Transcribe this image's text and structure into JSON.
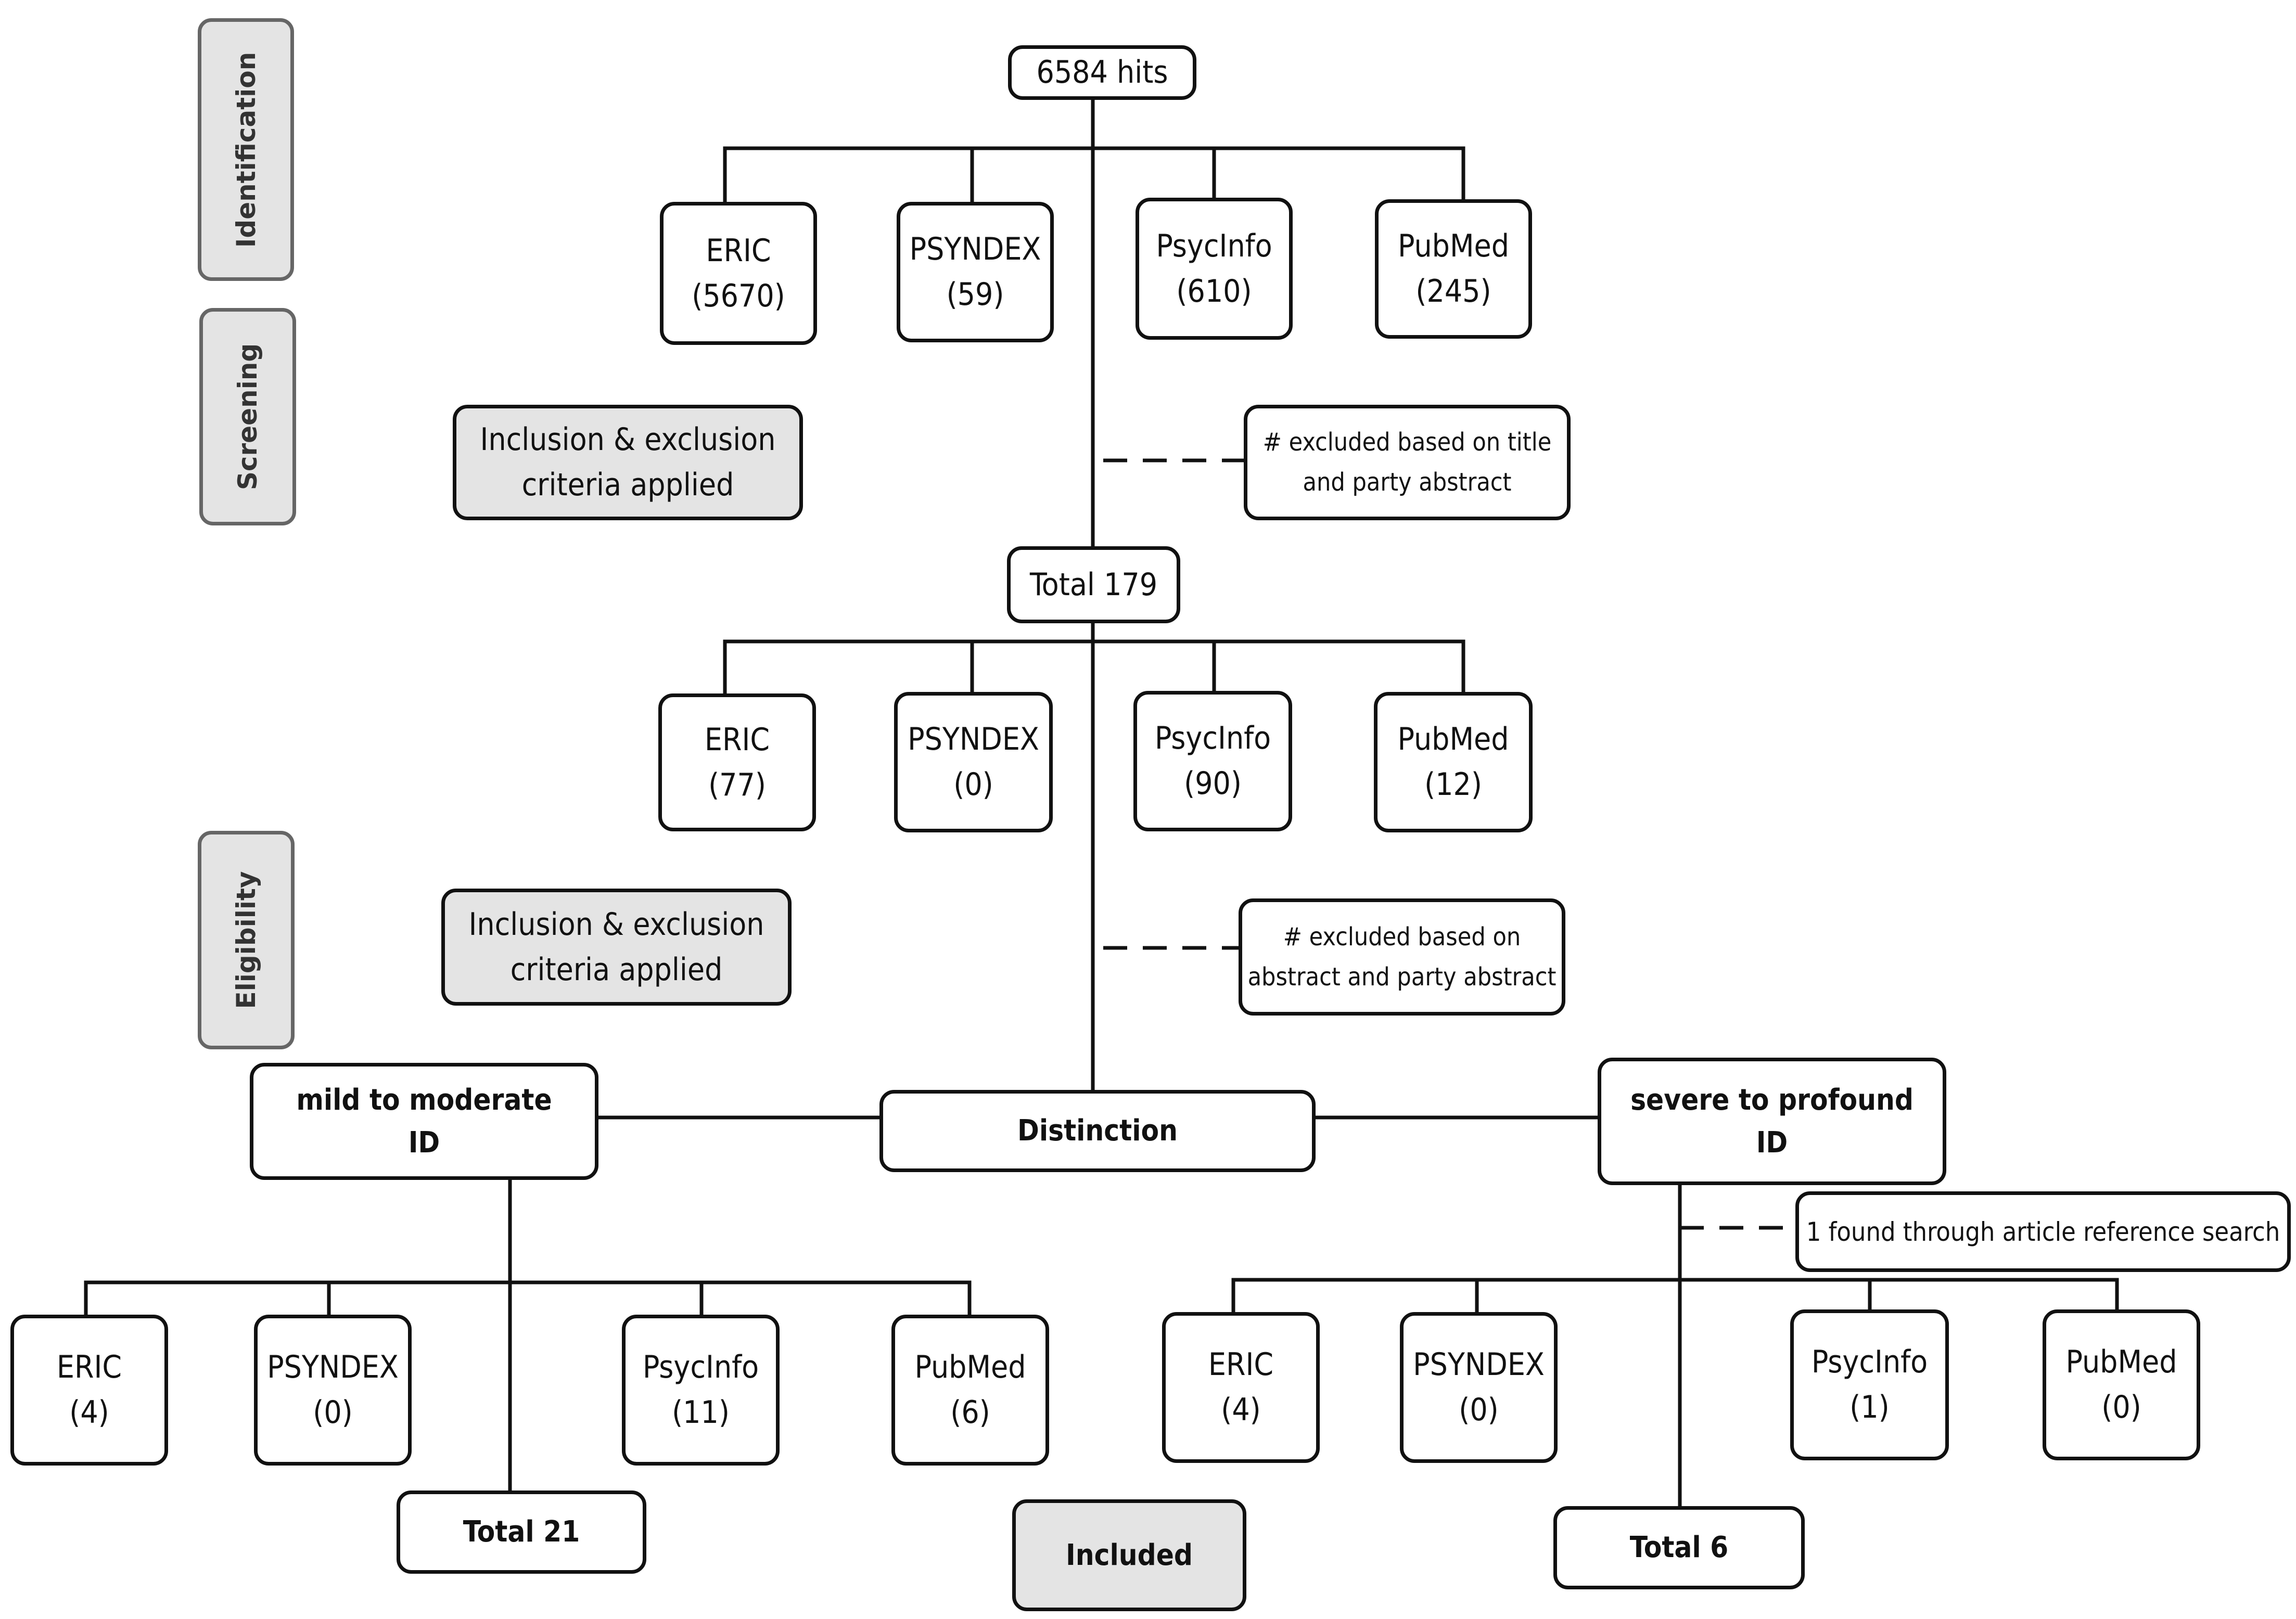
{
  "stages": {
    "identification": "Identification",
    "screening": "Screening",
    "eligibility": "Eligibility"
  },
  "top_hits": "6584 hits",
  "identification_sources": [
    {
      "name": "ERIC",
      "count": "(5670)"
    },
    {
      "name": "PSYNDEX",
      "count": "(59)"
    },
    {
      "name": "PsycInfo",
      "count": "(610)"
    },
    {
      "name": "PubMed",
      "count": "(245)"
    }
  ],
  "screening": {
    "criteria_line1": "Inclusion & exclusion",
    "criteria_line2": "criteria applied",
    "excluded_line1": "# excluded based on title",
    "excluded_line2": "and party abstract"
  },
  "total_179": "Total 179",
  "screening_sources": [
    {
      "name": "ERIC",
      "count": "(77)"
    },
    {
      "name": "PSYNDEX",
      "count": "(0)"
    },
    {
      "name": "PsycInfo",
      "count": "(90)"
    },
    {
      "name": "PubMed",
      "count": "(12)"
    }
  ],
  "eligibility": {
    "criteria_line1": "Inclusion & exclusion",
    "criteria_line2": "criteria applied",
    "excluded_line1": "# excluded based on",
    "excluded_line2": "abstract and party abstract"
  },
  "distinction": "Distinction",
  "mild_group": {
    "line1": "mild to moderate",
    "line2": "ID",
    "sources": [
      {
        "name": "ERIC",
        "count": "(4)"
      },
      {
        "name": "PSYNDEX",
        "count": "(0)"
      },
      {
        "name": "PsycInfo",
        "count": "(11)"
      },
      {
        "name": "PubMed",
        "count": "(6)"
      }
    ],
    "total": "Total 21"
  },
  "severe_group": {
    "line1": "severe to profound",
    "line2": "ID",
    "reference_note": "1 found through article reference search",
    "sources": [
      {
        "name": "ERIC",
        "count": "(4)"
      },
      {
        "name": "PSYNDEX",
        "count": "(0)"
      },
      {
        "name": "PsycInfo",
        "count": "(1)"
      },
      {
        "name": "PubMed",
        "count": "(0)"
      }
    ],
    "total": "Total 6"
  },
  "included": "Included"
}
